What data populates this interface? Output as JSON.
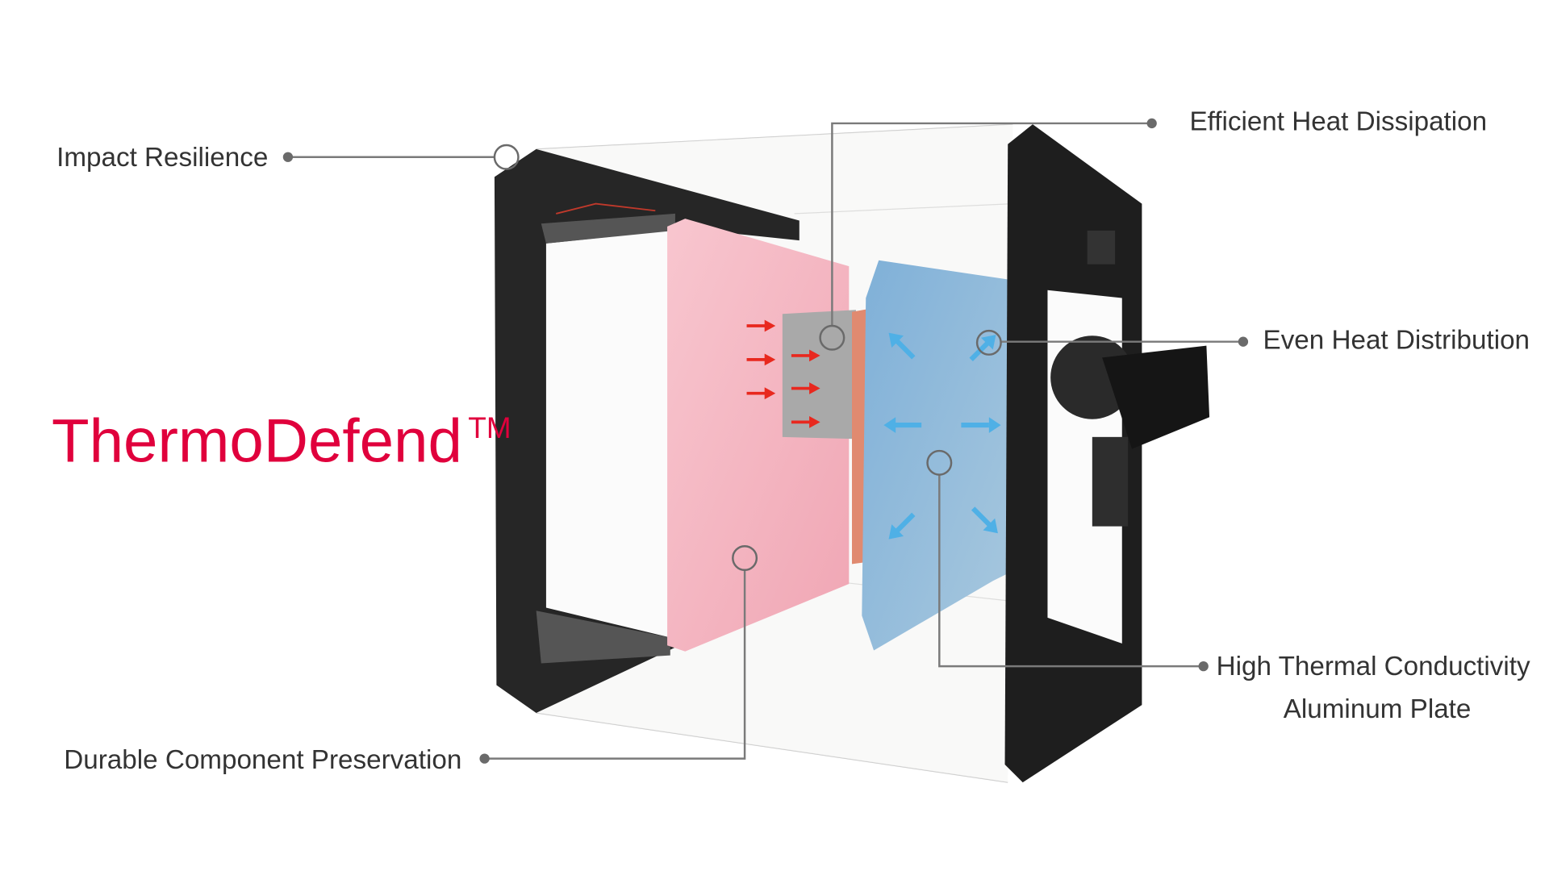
{
  "brand": {
    "name": "ThermoDefend",
    "trademark": "TM",
    "color": "#e0003c"
  },
  "callouts": {
    "impact": "Impact Resilience",
    "dissipation": "Efficient Heat Dissipation",
    "distribution": "Even Heat Distribution",
    "conductivity_line1": "High Thermal Conductivity",
    "conductivity_line2": "Aluminum Plate",
    "durable": "Durable Component Preservation"
  },
  "colors": {
    "heat_arrow": "#e8281e",
    "cool_arrow": "#4fb0e6",
    "plate_pink": "#f4b6c2",
    "plate_blue": "#8fb8d8"
  }
}
